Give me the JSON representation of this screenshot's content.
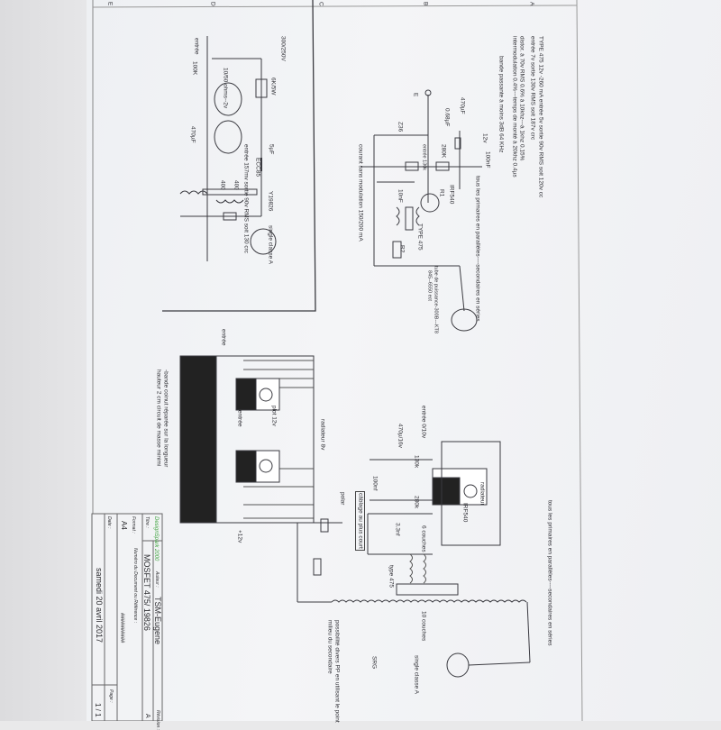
{
  "specs": {
    "line1": "TYPE 475 12v -260 mA  entrée 5v sortie 90v RMS soit 120v cc",
    "line2": "entrée 7v sortie 130v RMS soit 187v crc",
    "line3": "distor. à 70v RMS 0.6% à 10khz---à 1khz 0.15%",
    "line4": "intermodulation 0.4%---temps de monté à 20khz 0.4µs",
    "line5": "bande passante à moins 3dB 64 KHz"
  },
  "tube_stage": {
    "hv": "300/250V",
    "r_anode": "6K/5W",
    "cap": "5µF",
    "tube": "ECC85",
    "tap1": "400",
    "tap2": "400",
    "transformer": "Y19826",
    "output": "single classe A",
    "input": "entrée",
    "r_in": "100K",
    "c_cathode": "470µF",
    "note_impedance": "10/50 ohms--2v",
    "note_levels": "entrée 157mv sortie 90v RMS soit 130 crc"
  },
  "mosfet_stage": {
    "supply": "12v",
    "c_decoupling": "100nF",
    "c_bulk": "470µF",
    "c_in": "0.68µF",
    "input": "E",
    "zener": "Z36",
    "r_bias": "280K",
    "r1": "R1",
    "mosfet": "IRF540",
    "r_in": "entrée 130k",
    "c_fb": "10nF",
    "transformer": "TYPE 475",
    "r2": "R2",
    "quiescent": "courant sans modulation 150/200 mA",
    "primaries_note": "tous les primaires en parallèles----secondaires en séries",
    "tube_note1": "tube de puissance-300B---KT8",
    "tube_note2": "845--6550 ect"
  },
  "layout_board": {
    "input1": "entrée",
    "input2": "entrée",
    "plot": "plot 12v",
    "heatsink": "radiateur 8v",
    "supply": "+12v",
    "note1": "-bande coinut réparée sur la longueur",
    "note2": "hauteur 2 cm circuit de masse minimi"
  },
  "wiring": {
    "input": "entrée 0/10v",
    "c_in": "470µ/16v",
    "r_in": "130k",
    "c_dec": "100nf",
    "r_bias": "280k",
    "heatsink": "radiateur",
    "mosfet": "IRF540",
    "short_wiring": "câblage au plus court",
    "polar": "polar",
    "c_snub": "3.3nf",
    "layers_primary": "6 couches",
    "transformer": "type 475",
    "layers_secondary": "10 couches",
    "output": "single classe A",
    "srg": "SRG",
    "pp_note1": "possibilité divers PP en utilisant le point",
    "pp_note2": "milieu du secondaire",
    "primaries_note": "tous les primaires en parallèles----secondaires en séries"
  },
  "title_block": {
    "logo": "DesignSpark 2000",
    "author_label": "Auteur :",
    "author": "TSM-Eugene",
    "title_label": "Titre :",
    "title": "MOSFET  475/ 19826",
    "format_label": "Format :",
    "format": "A4",
    "docnum_label": "Numéro du Document ou Référence :",
    "docnum": "##########",
    "date_label": "Date :",
    "date": "samedi 20 avril 2017",
    "page_label": "Page :",
    "page": "1 / 1",
    "rev_label": "Révision :",
    "rev": "A"
  },
  "grid": {
    "a": "A",
    "b": "B",
    "c": "C",
    "d": "D",
    "e": "E"
  }
}
